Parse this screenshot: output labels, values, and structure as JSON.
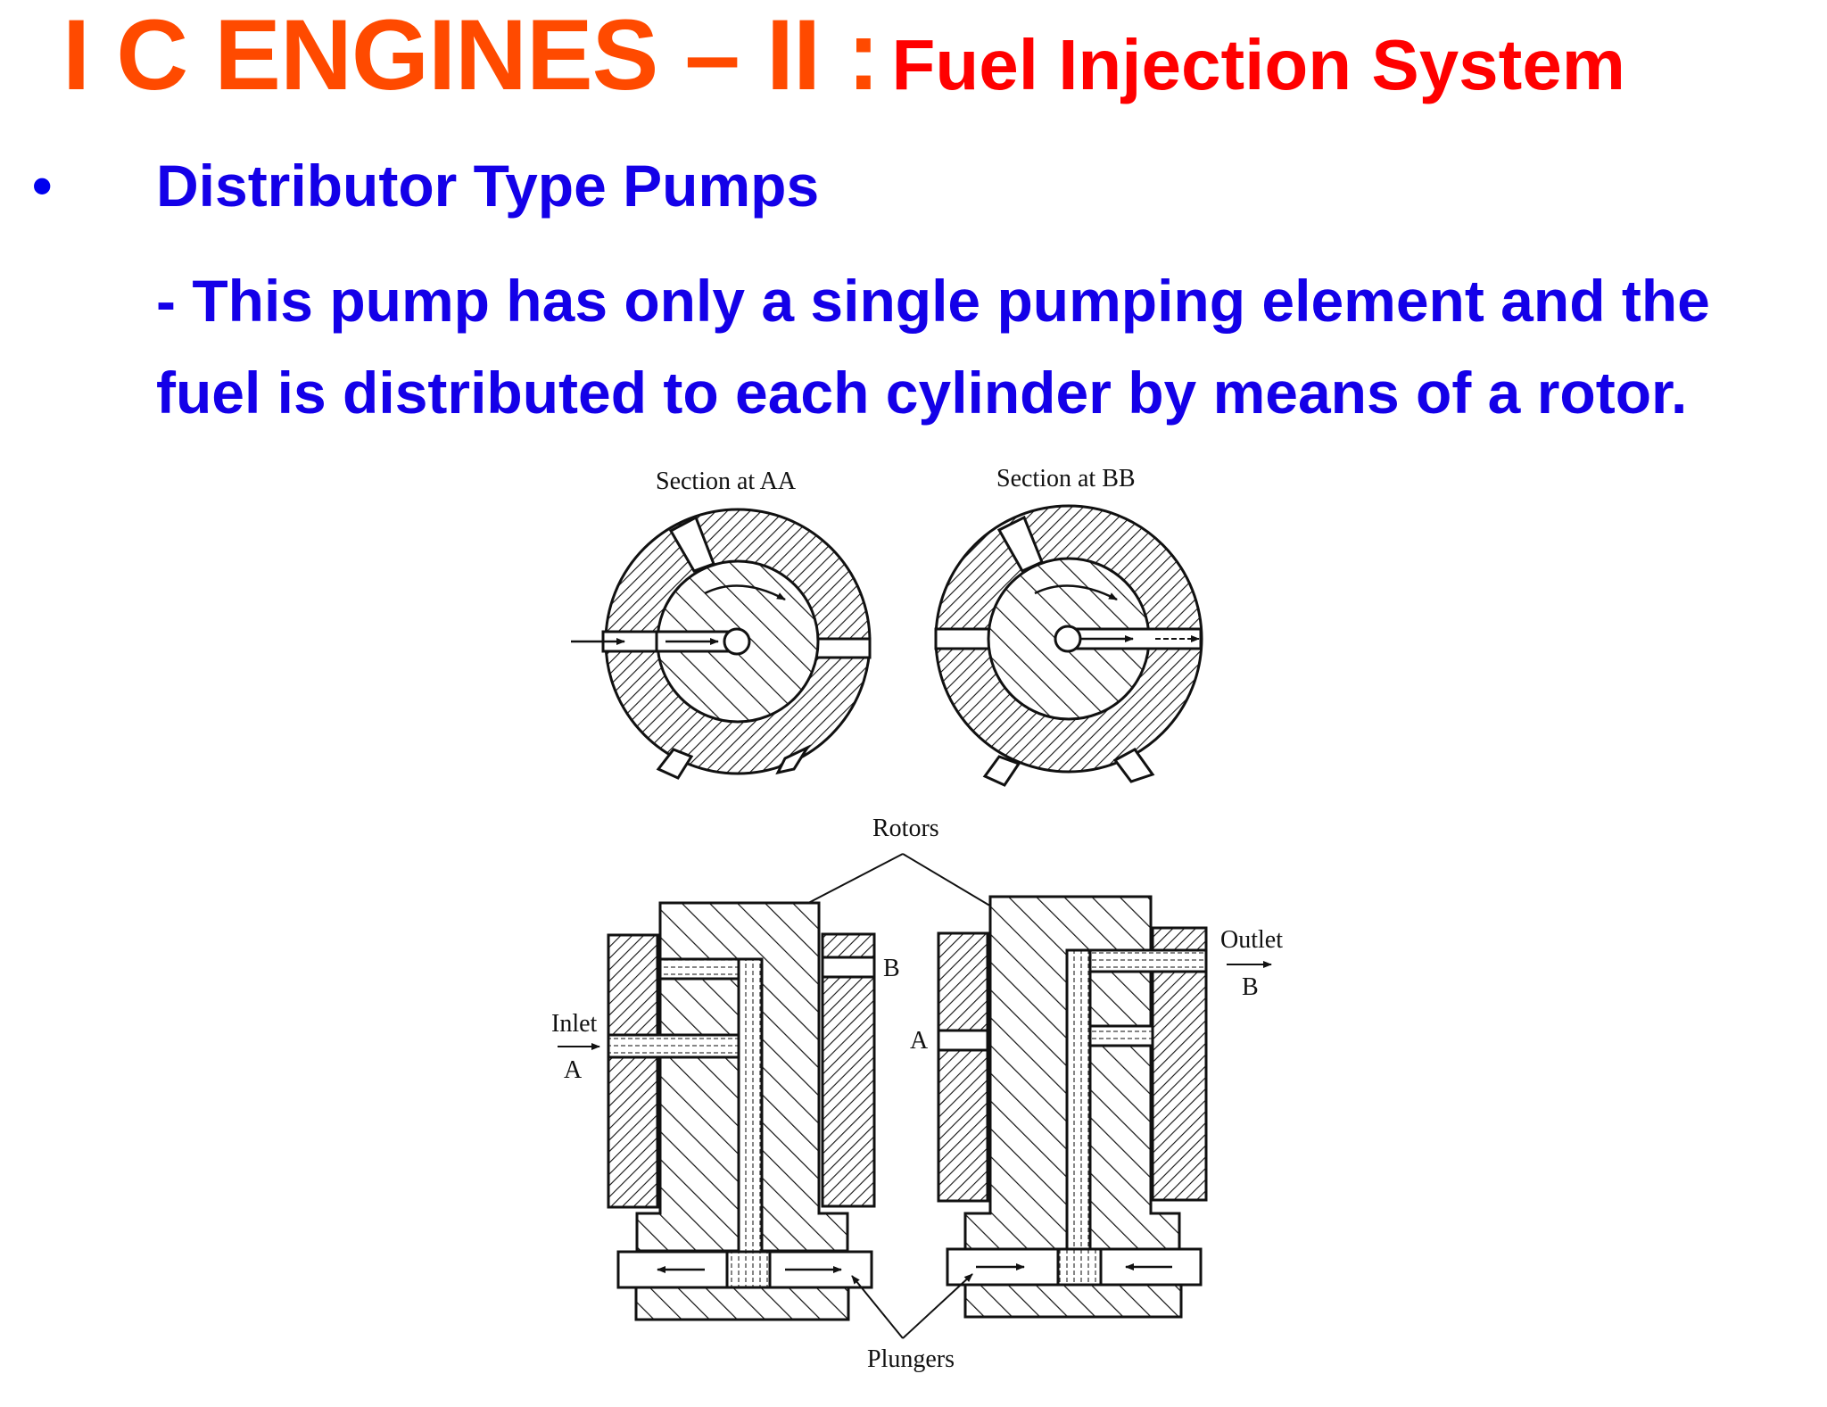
{
  "header": {
    "title_main": "I C ENGINES – II :",
    "title_sub": "Fuel Injection System"
  },
  "content": {
    "bullet_symbol": "•",
    "heading": "Distributor Type Pumps",
    "paragraph_lines": [
      "- This pump has only a single pumping element and the",
      "fuel is distributed to each cylinder by means of a rotor."
    ]
  },
  "diagram": {
    "section_aa_label": "Section at AA",
    "section_bb_label": "Section at BB",
    "rotors_label": "Rotors",
    "plungers_label": "Plungers",
    "inlet_label": "Inlet",
    "outlet_label": "Outlet",
    "inlet_port_label": "A",
    "outlet_port_label": "B",
    "port_b_label": "B",
    "port_a_label": "A"
  }
}
